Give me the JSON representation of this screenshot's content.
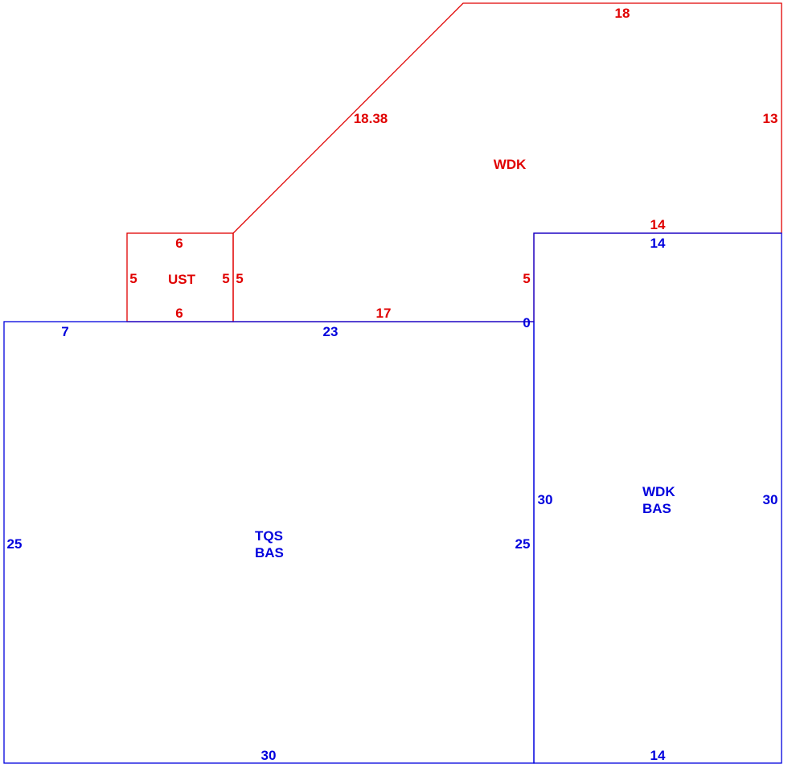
{
  "colors": {
    "upper_floor": "#e00000",
    "basement": "#0000dd"
  },
  "areas": {
    "wdk": {
      "name": "WDK",
      "dims": {
        "top": "18",
        "diagonal": "18.38",
        "right": "13",
        "bottom_right": "14",
        "inner_left": "5",
        "inner_bottom": "0",
        "left": "5",
        "bottom": "17"
      }
    },
    "ust": {
      "name": "UST",
      "dims": {
        "top": "6",
        "bottom": "6",
        "left": "5",
        "right": "5"
      }
    },
    "tqs_bas": {
      "name1": "TQS",
      "name2": "BAS",
      "dims": {
        "top_left": "7",
        "top": "23",
        "left": "25",
        "right": "25",
        "bottom": "30"
      }
    },
    "wdk_bas": {
      "name1": "WDK",
      "name2": "BAS",
      "dims": {
        "top": "14",
        "left": "30",
        "right": "30",
        "bottom": "14"
      }
    }
  }
}
